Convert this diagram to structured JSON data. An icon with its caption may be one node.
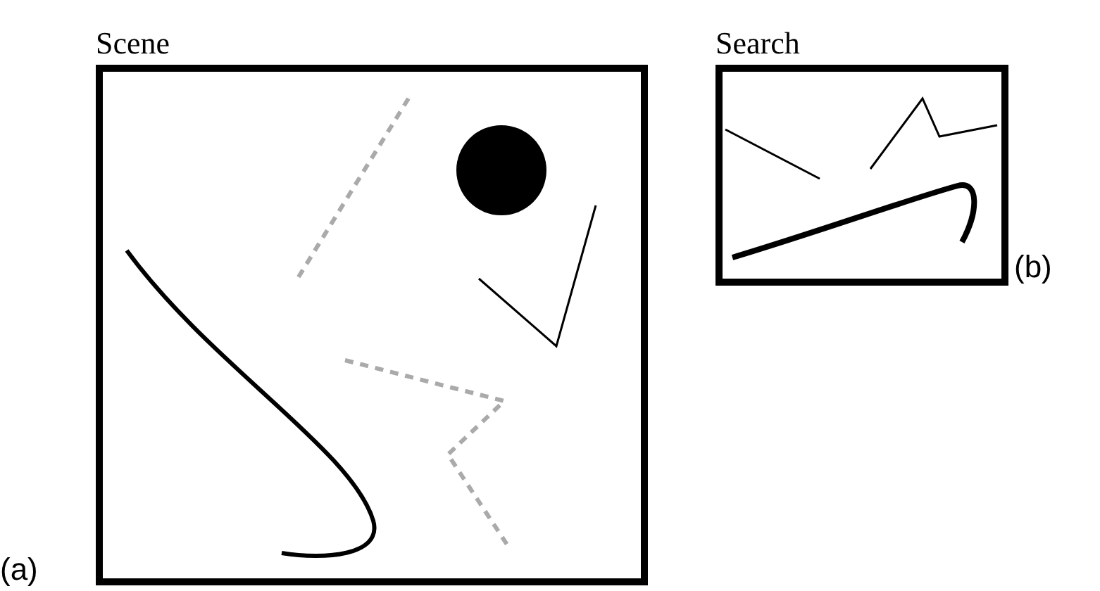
{
  "diagram": {
    "nodes": [
      {
        "text": [
          "Scene"
        ]
      },
      {
        "text": [
          "Search"
        ]
      }
    ],
    "labels": [
      "(b)",
      "(a)"
    ]
  }
}
